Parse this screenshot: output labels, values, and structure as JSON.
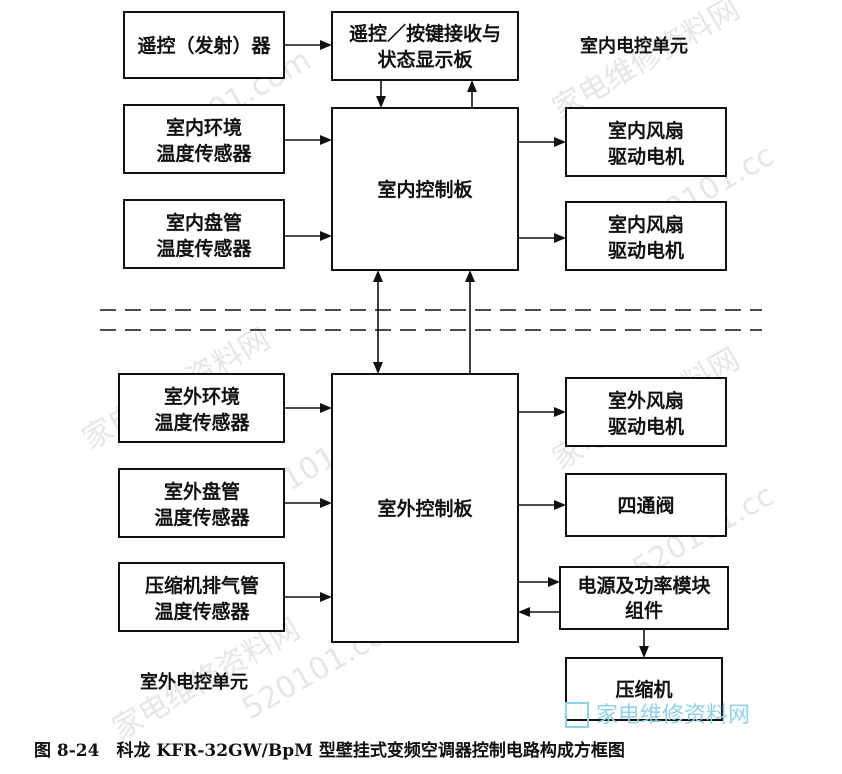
{
  "boxes": {
    "remote_tx": [
      "遥控（发射）器"
    ],
    "receiver_display": [
      "遥控／按键接收与",
      "状态显示板"
    ],
    "indoor_ambient_sensor": [
      "室内环境",
      "温度传感器"
    ],
    "indoor_coil_sensor": [
      "室内盘管",
      "温度传感器"
    ],
    "indoor_board": [
      "室内控制板"
    ],
    "indoor_fan_motor_1": [
      "室内风扇",
      "驱动电机"
    ],
    "indoor_fan_motor_2": [
      "室内风扇",
      "驱动电机"
    ],
    "outdoor_ambient_sensor": [
      "室外环境",
      "温度传感器"
    ],
    "outdoor_coil_sensor": [
      "室外盘管",
      "温度传感器"
    ],
    "discharge_sensor": [
      "压缩机排气管",
      "温度传感器"
    ],
    "outdoor_board": [
      "室外控制板"
    ],
    "outdoor_fan_motor": [
      "室外风扇",
      "驱动电机"
    ],
    "four_way_valve": [
      "四通阀"
    ],
    "power_module": [
      "电源及功率模块",
      "组件"
    ],
    "compressor": [
      "压缩机"
    ]
  },
  "labels": {
    "indoor_unit": "室内电控单元",
    "outdoor_unit": "室外电控单元"
  },
  "caption": "图 8-24　科龙 KFR-32GW/BpM 型壁挂式变频空调器控制电路构成方框图",
  "watermarks": {
    "site": "家电维修资料网",
    "domain": "520101.com",
    "domain_cc": "520101.cc",
    "brand_text": "家电维修资料网"
  },
  "colors": {
    "ink": "#111111",
    "brand": "#8fd3ea"
  }
}
